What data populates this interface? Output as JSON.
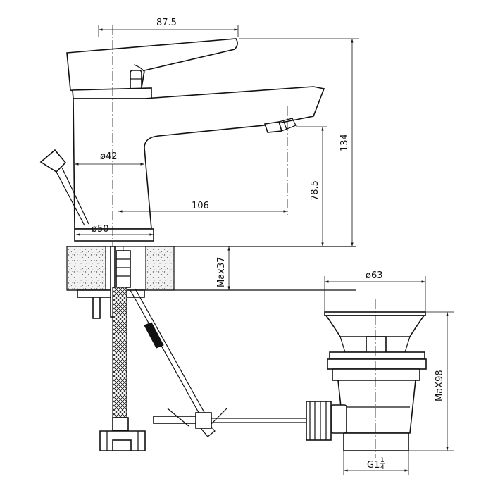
{
  "dimensions": {
    "spout_reach_top": "87.5",
    "total_height": "134",
    "body_diameter": "ø42",
    "outlet_height": "78.5",
    "spout_reach": "106",
    "base_diameter": "ø50",
    "max_counter_thickness": "Max37",
    "waste_top_diameter": "ø63",
    "waste_max_height": "MaX98",
    "waste_thread": "G1",
    "waste_thread_fraction_num": "1",
    "waste_thread_fraction_den": "4"
  },
  "colors": {
    "line": "#111111",
    "background": "#ffffff",
    "stone_fill": "#e6e6e6"
  }
}
